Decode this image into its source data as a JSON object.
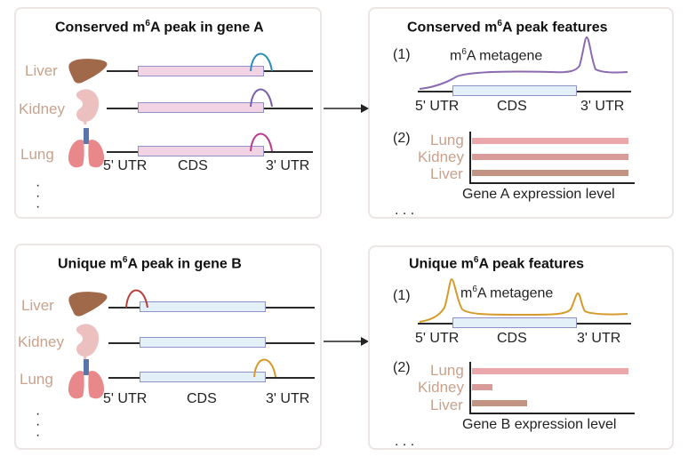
{
  "panels": {
    "conserved_gene": {
      "title_pre": "Conserved m",
      "title_sup": "6",
      "title_post": "A peak in gene A",
      "organs": [
        "Liver",
        "Kidney",
        "Lung"
      ],
      "utr5": "5' UTR",
      "cds": "CDS",
      "utr3": "3' UTR",
      "peak_colors": [
        "#2e8db5",
        "#7b5ea8",
        "#b83b8e"
      ]
    },
    "conserved_features": {
      "title_pre": "Conserved m",
      "title_sup": "6",
      "title_post": "A peak features",
      "item1": "(1)",
      "metagene_pre": "m",
      "metagene_sup": "6",
      "metagene_post": "A metagene",
      "utr5": "5' UTR",
      "cds": "CDS",
      "utr3": "3' UTR",
      "item2": "(2)",
      "bars": [
        {
          "label": "Lung",
          "value": 1.0
        },
        {
          "label": "Kidney",
          "value": 1.0
        },
        {
          "label": "Liver",
          "value": 1.0
        }
      ],
      "xlabel": "Gene A expression level",
      "metagene_color": "#8b6bb0"
    },
    "unique_gene": {
      "title_pre": "Unique m",
      "title_sup": "6",
      "title_post": "A peak in gene B",
      "organs": [
        "Liver",
        "Kidney",
        "Lung"
      ],
      "utr5": "5' UTR",
      "cds": "CDS",
      "utr3": "3' UTR",
      "peak_colors": [
        "#b5413b",
        "#d69a2a"
      ]
    },
    "unique_features": {
      "title_pre": "Unique m",
      "title_sup": "6",
      "title_post": "A peak features",
      "item1": "(1)",
      "metagene_pre": "m",
      "metagene_sup": "6",
      "metagene_post": "A metagene",
      "utr5": "5' UTR",
      "cds": "CDS",
      "utr3": "3' UTR",
      "item2": "(2)",
      "bars": [
        {
          "label": "Lung",
          "value": 1.0
        },
        {
          "label": "Kidney",
          "value": 0.13
        },
        {
          "label": "Liver",
          "value": 0.35
        }
      ],
      "xlabel": "Gene B expression level",
      "metagene_color": "#d69a2a"
    }
  },
  "ellipsis_vertical": ". . .",
  "ellipsis_horizontal": ". . .",
  "colors": {
    "lung_bar": "#eba8ab",
    "kidney_bar": "#d99a9a",
    "liver_bar": "#c29282",
    "organ_label": "#c8a28c"
  }
}
